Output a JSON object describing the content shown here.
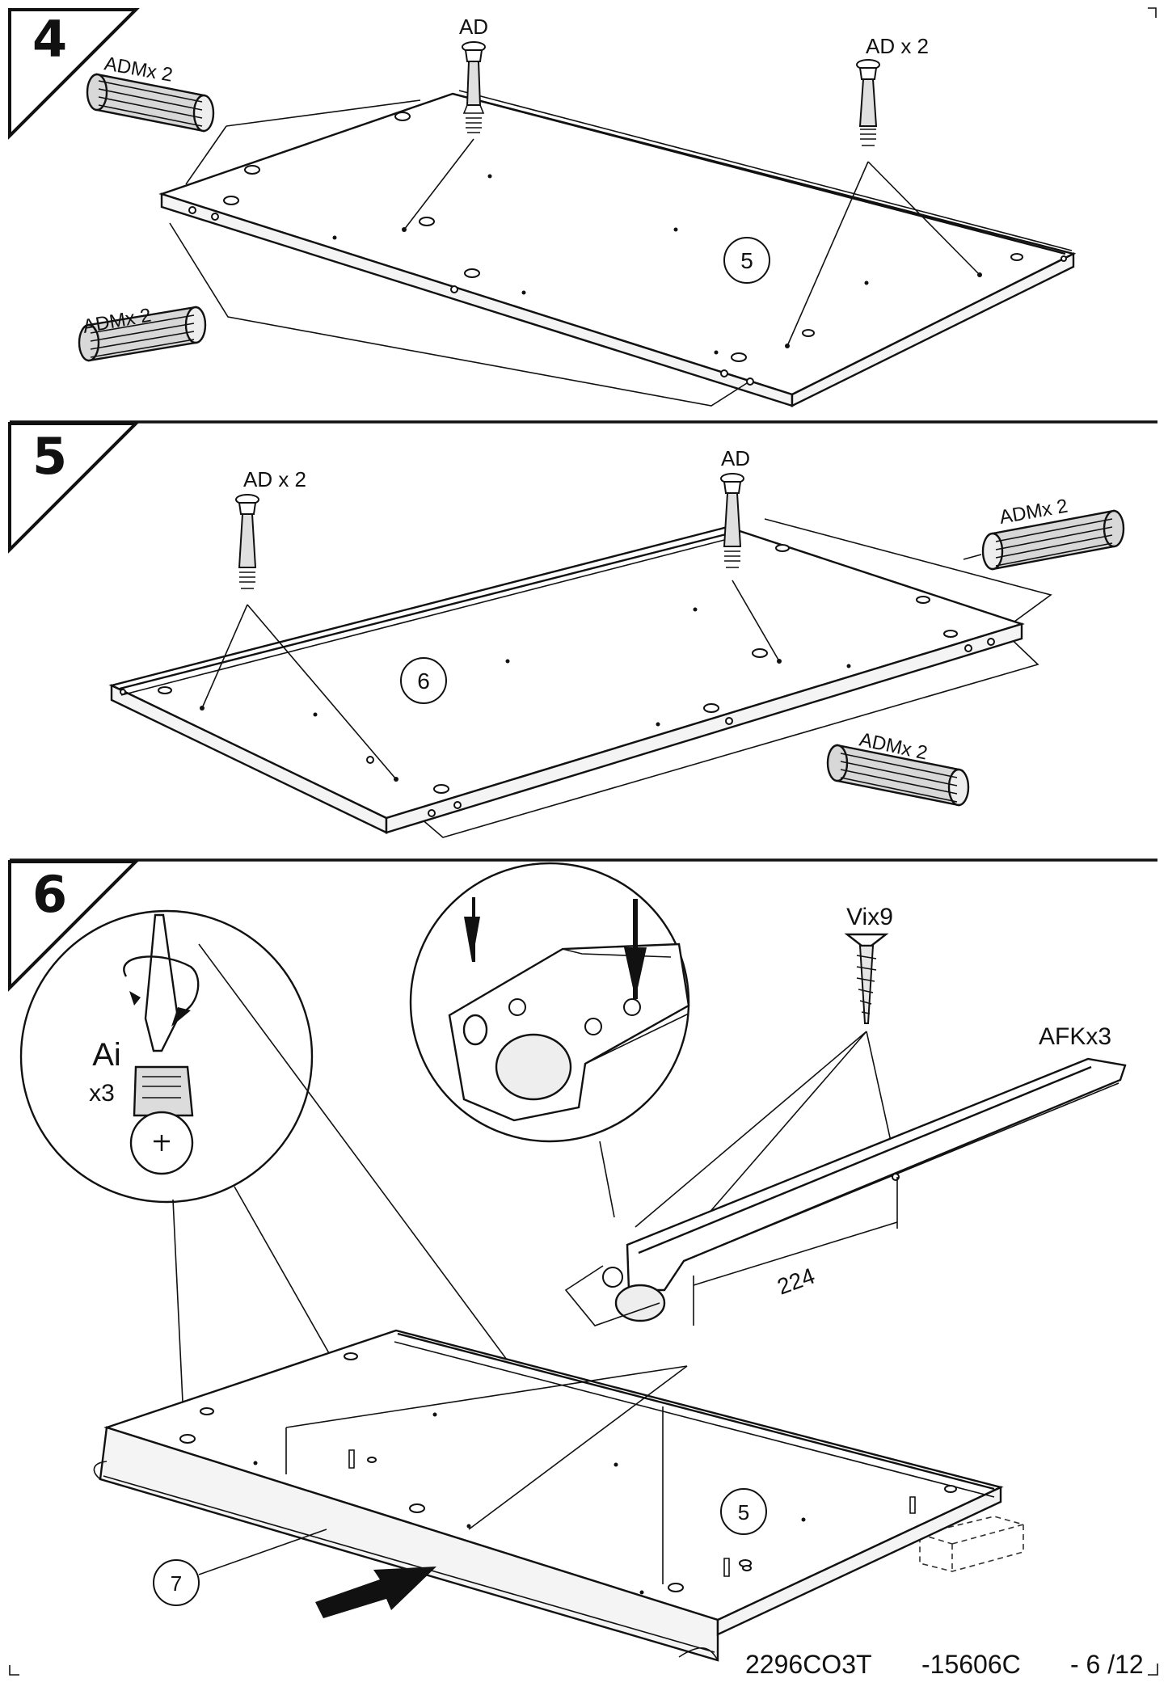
{
  "steps": [
    {
      "number": "4",
      "part_labels": {
        "dowel_top": "ADMx 2",
        "dowel_bottom": "ADMx 2",
        "bolt_single": "AD",
        "bolt_double": "AD x 2",
        "panel_number": "5"
      }
    },
    {
      "number": "5",
      "part_labels": {
        "bolt_double": "AD x 2",
        "bolt_single": "AD",
        "dowel_top": "ADMx 2",
        "dowel_bottom": "ADMx 2",
        "panel_number": "6"
      }
    },
    {
      "number": "6",
      "part_labels": {
        "cam_name": "Ai",
        "cam_count": "x3",
        "screw": "Vix9",
        "runner": "AFKx3",
        "dimension": "224",
        "panel_number": "5",
        "front_number": "7"
      }
    }
  ],
  "footer": {
    "code_a": "2296CO3T",
    "code_b": "-15606C",
    "page": "- 6 /12"
  }
}
